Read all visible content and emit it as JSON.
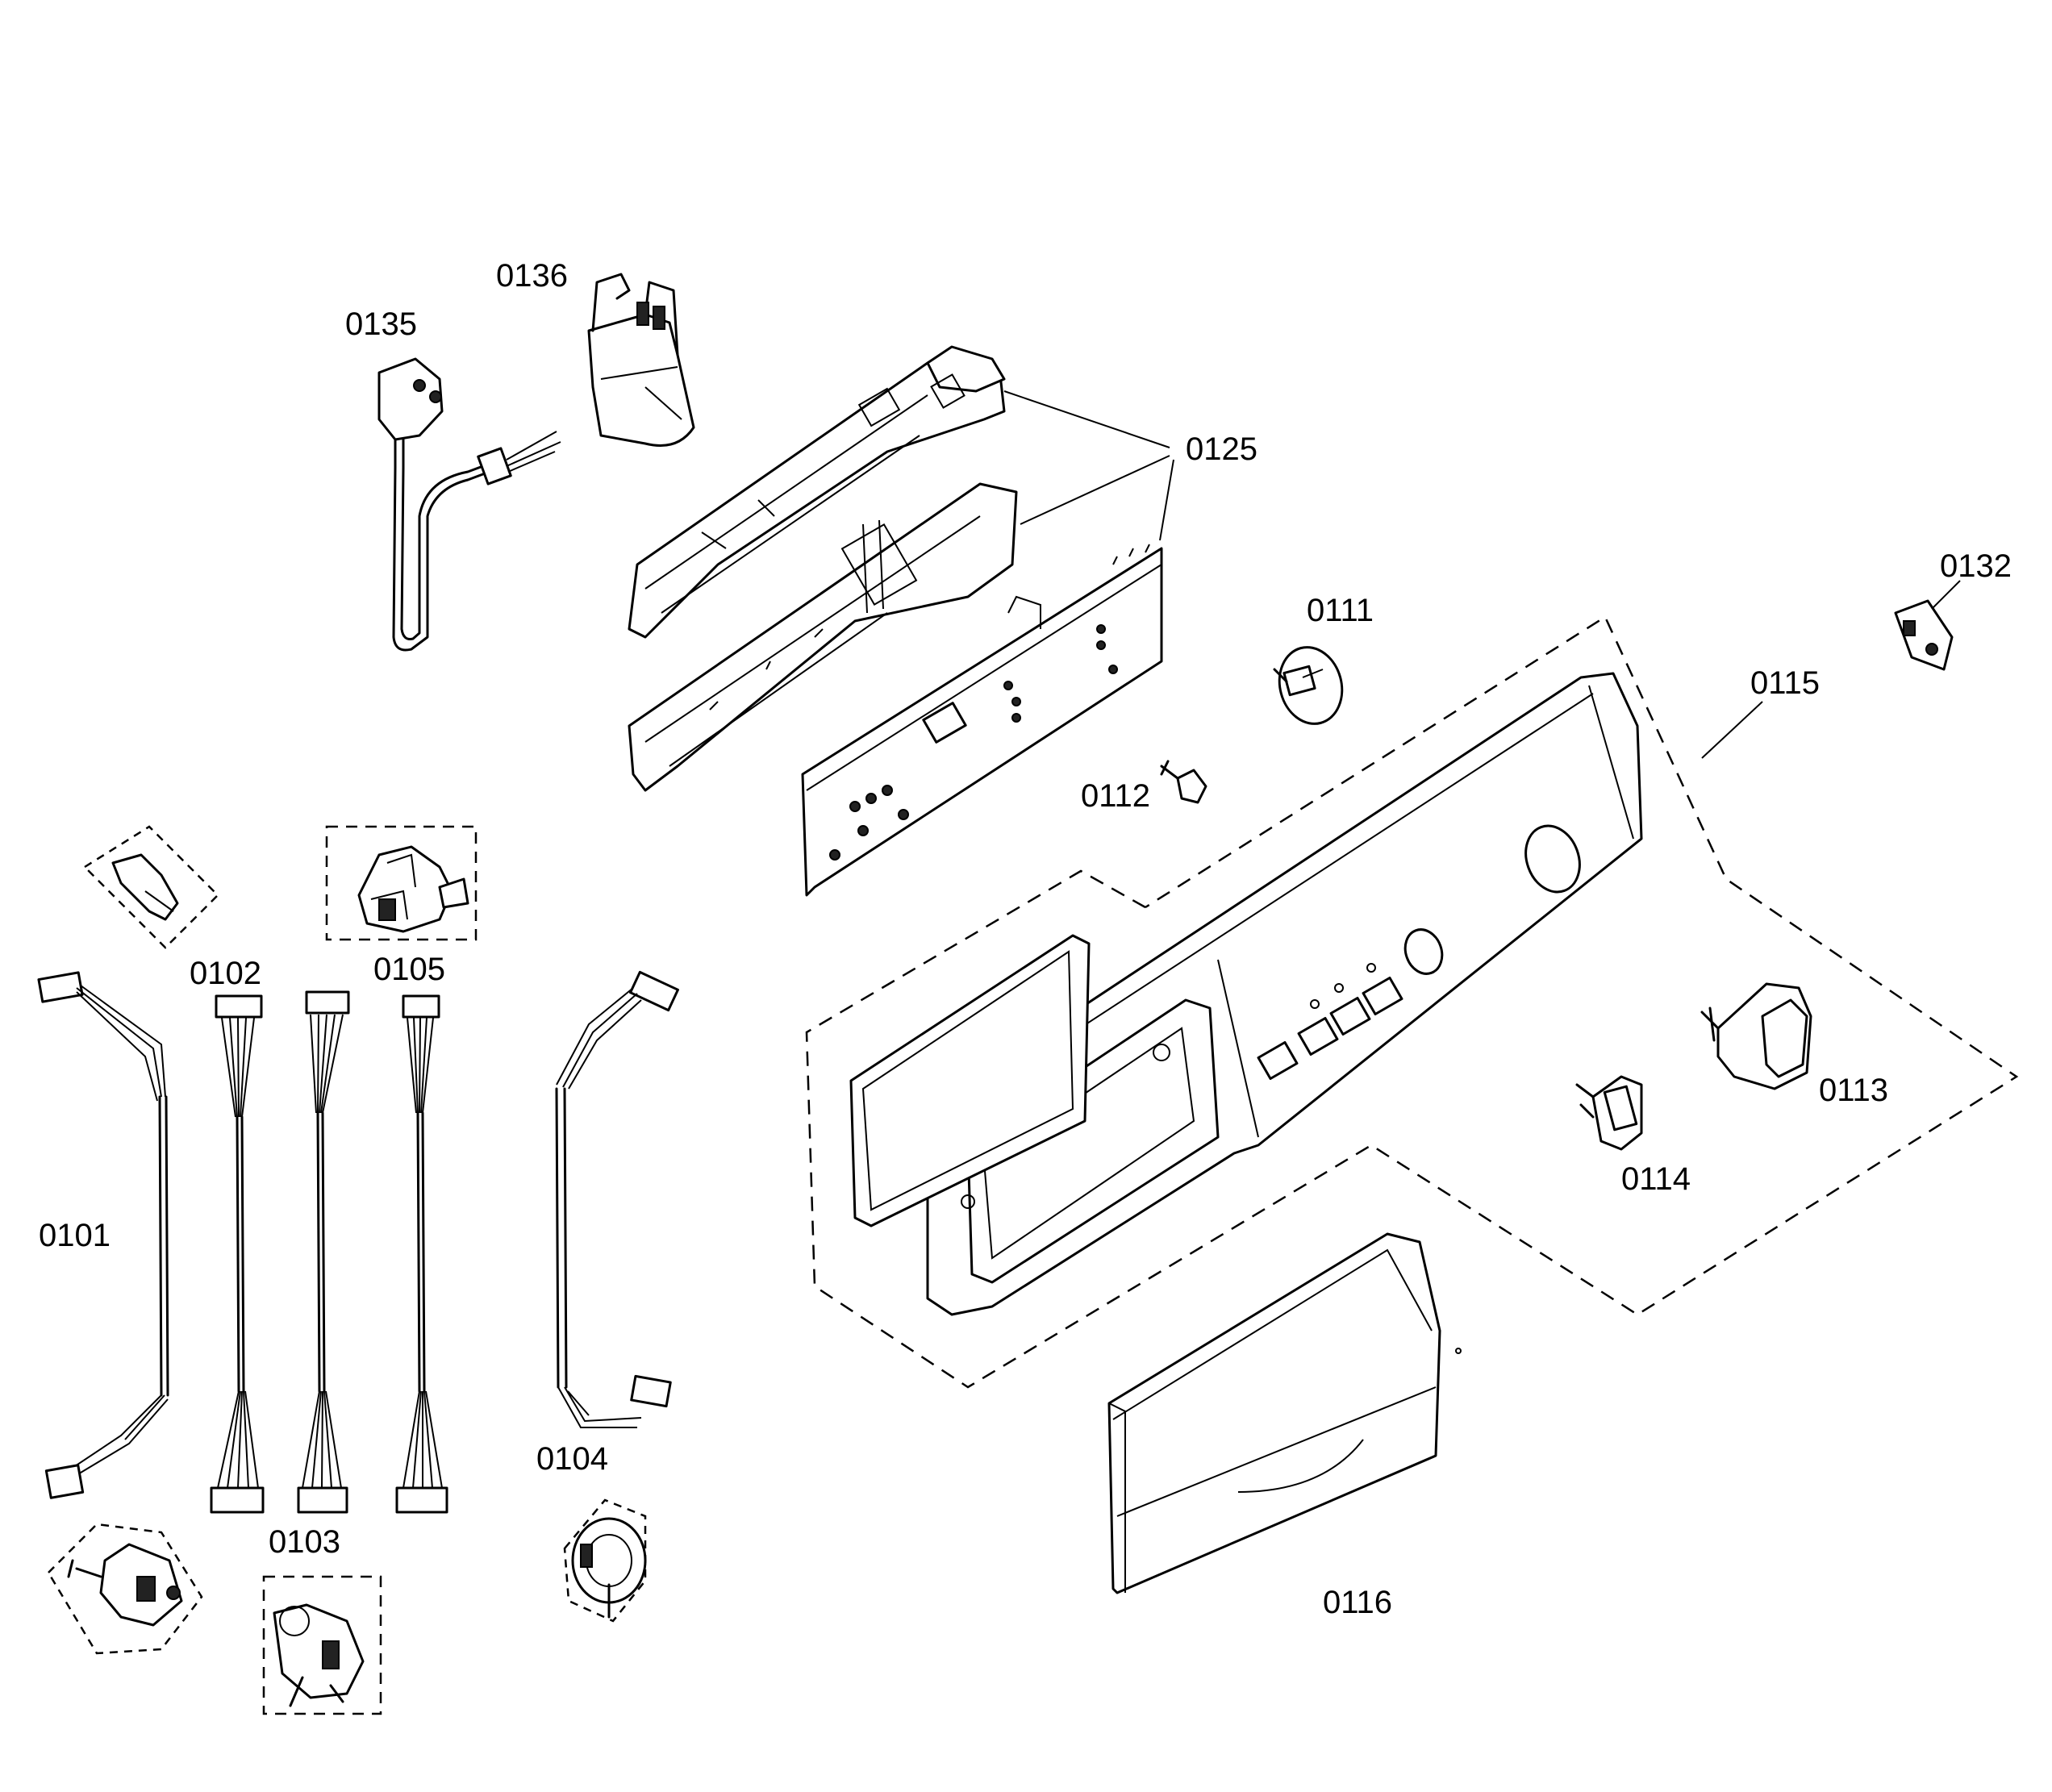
{
  "labels": {
    "p0101": "0101",
    "p0102": "0102",
    "p0103": "0103",
    "p0104": "0104",
    "p0105": "0105",
    "p0111": "0111",
    "p0112": "0112",
    "p0113": "0113",
    "p0114": "0114",
    "p0115": "0115",
    "p0116": "0116",
    "p0125": "0125",
    "p0132": "0132",
    "p0135": "0135",
    "p0136": "0136"
  }
}
